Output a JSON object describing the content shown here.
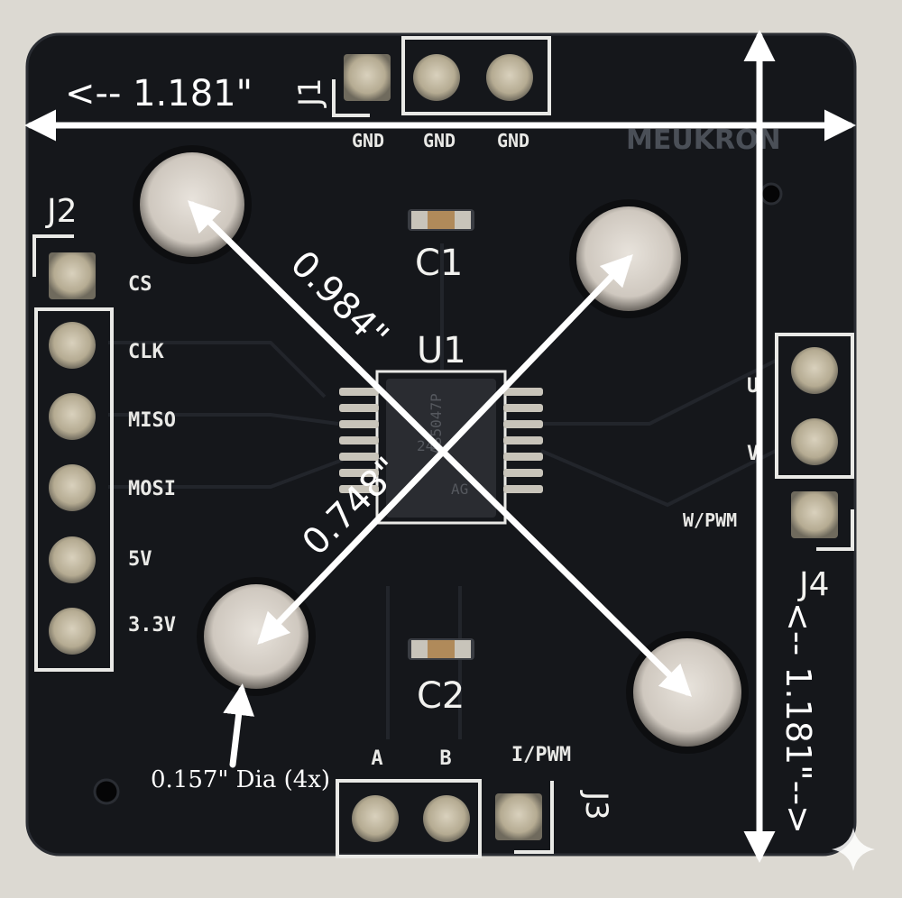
{
  "board": {
    "brand": "MEUKRON",
    "j1": {
      "ref": "J1",
      "labels": [
        "GND",
        "GND",
        "GND"
      ]
    },
    "j2": {
      "ref": "J2",
      "labels": [
        "CS",
        "CLK",
        "MISO",
        "MOSI",
        "5V",
        "3.3V"
      ]
    },
    "j3": {
      "ref": "J3",
      "labels": [
        "A",
        "B",
        "I/PWM"
      ]
    },
    "j4": {
      "ref": "J4",
      "labels": [
        "U",
        "V",
        "W/PWM"
      ]
    },
    "components": {
      "c1": "C1",
      "c2": "C2",
      "u1": "U1"
    },
    "chip_marking": [
      "AS5047P",
      "24",
      "AG"
    ]
  },
  "dimensions": {
    "width": "<-- 1.181\"",
    "height": "<-- 1.181\"-->",
    "diag_long": "0.984\"",
    "diag_short": "0.748\"",
    "hole": "0.157\" Dia (4x)"
  },
  "colors": {
    "pcb": "#15171b",
    "silkscreen": "#e9e9e6",
    "pad": "#b7ae97",
    "background": "#dcd9d2",
    "arrow": "#ffffff"
  }
}
